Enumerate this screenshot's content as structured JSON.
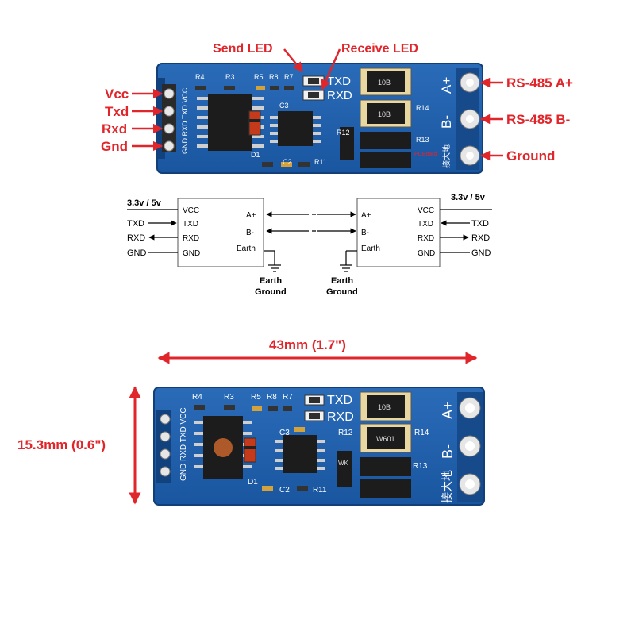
{
  "annotations": {
    "send_led": "Send LED",
    "receive_led": "Receive LED",
    "left_pins": [
      "Vcc",
      "Txd",
      "Rxd",
      "Gnd"
    ],
    "right_pins": [
      "RS-485 A+",
      "RS-485 B-",
      "Ground"
    ]
  },
  "board": {
    "pin_header_label": "GND RXD TXD VCC",
    "refs": {
      "r4": "R4",
      "r3": "R3",
      "r5": "R5",
      "r8": "R8",
      "r7": "R7",
      "c3": "C3",
      "c2": "C2",
      "d1": "D1",
      "r11": "R11",
      "r12": "R12",
      "r13": "R13",
      "r14": "R14"
    },
    "led_labels": [
      "TXD",
      "RXD"
    ],
    "terminal_labels": [
      "A+",
      "B-"
    ],
    "ground_cn": "接大地",
    "brand_mark": "PCBoard",
    "cap_mark_top": "10B",
    "cap_mark_bottom": "10B",
    "cap_mark_photo": "W601",
    "diode_mark": "WK"
  },
  "diagram": {
    "left_supply": "3.3v / 5v",
    "right_supply": "3.3v / 5v",
    "left_signals": [
      "TXD",
      "RXD",
      "GND"
    ],
    "right_signals": [
      "TXD",
      "RXD",
      "GND"
    ],
    "left_block_pins": [
      "VCC",
      "TXD",
      "RXD",
      "GND"
    ],
    "left_block_bus": [
      "A+",
      "B-",
      "Earth"
    ],
    "right_block_bus": [
      "A+",
      "B-",
      "Earth"
    ],
    "right_block_pins": [
      "VCC",
      "TXD",
      "RXD",
      "GND"
    ],
    "earth_ground_label": [
      "Earth",
      "Ground"
    ]
  },
  "dimensions": {
    "length": "43mm (1.7\")",
    "width": "15.3mm (0.6\")"
  },
  "colors": {
    "annotation_red": "#e0262b",
    "pcb_blue": "#1f5fa8",
    "pcb_dark": "#174a8a"
  }
}
